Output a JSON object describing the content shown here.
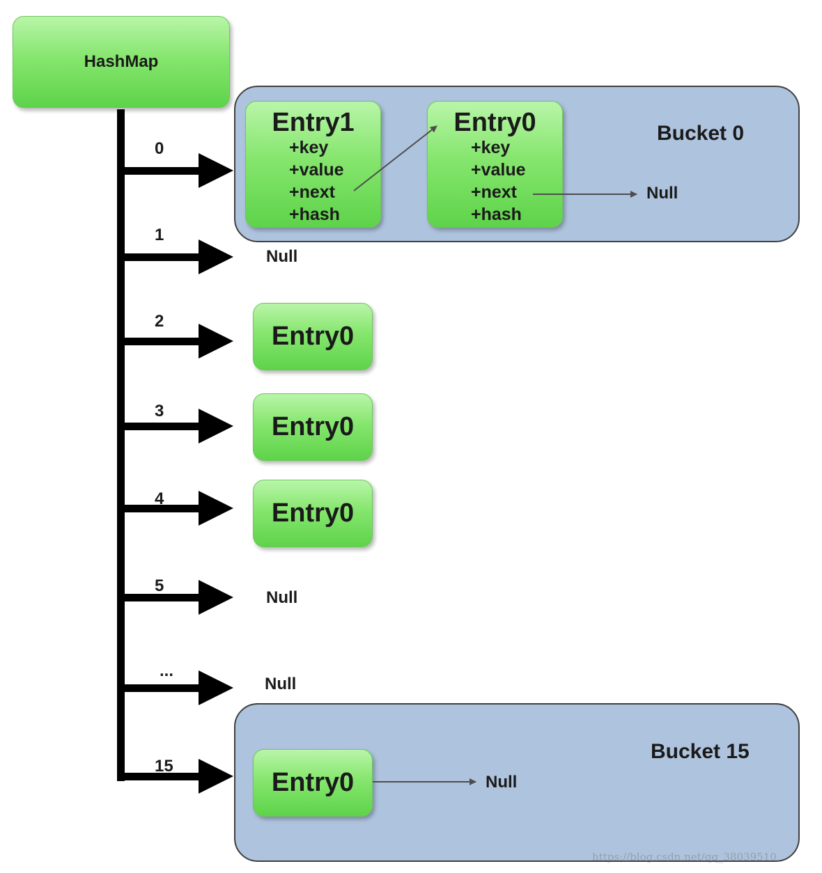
{
  "hashmap": {
    "label": "HashMap"
  },
  "buckets": [
    {
      "title": "Bucket 0",
      "entries": [
        {
          "name": "Entry1",
          "fields": [
            "+key",
            "+value",
            "+next",
            "+hash"
          ]
        },
        {
          "name": "Entry0",
          "fields": [
            "+key",
            "+value",
            "+next",
            "+hash"
          ]
        }
      ],
      "tail": "Null"
    },
    {
      "title": "Bucket 15",
      "entry": "Entry0",
      "tail": "Null"
    }
  ],
  "slots": [
    {
      "index": "0"
    },
    {
      "index": "1",
      "content": "Null"
    },
    {
      "index": "2",
      "content": "Entry0"
    },
    {
      "index": "3",
      "content": "Entry0"
    },
    {
      "index": "4",
      "content": "Entry0"
    },
    {
      "index": "5",
      "content": "Null"
    },
    {
      "index": "...",
      "content": "Null"
    },
    {
      "index": "15"
    }
  ],
  "colors": {
    "entry_green": "#86e66e",
    "bucket_blue": "#aec3dd",
    "arrow": "#000000"
  },
  "watermark": "https://blog.csdn.net/qq_38039510"
}
